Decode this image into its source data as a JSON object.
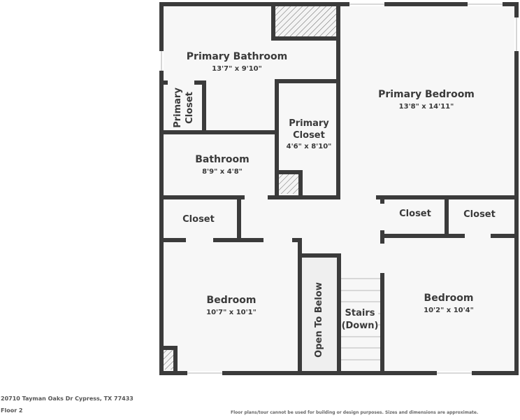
{
  "plan": {
    "rooms": [
      {
        "id": "primary-bathroom",
        "label": "Primary Bathroom",
        "dims": "13'7\" x 9'10\""
      },
      {
        "id": "primary-bedroom",
        "label": "Primary Bedroom",
        "dims": "13'8\" x 14'11\""
      },
      {
        "id": "primary-closet-small",
        "label_line1": "Primary",
        "label_line2": "Closet"
      },
      {
        "id": "primary-closet",
        "label_line1": "Primary",
        "label_line2": "Closet",
        "dims": "4'6\" x 8'10\""
      },
      {
        "id": "bathroom",
        "label": "Bathroom",
        "dims": "8'9\" x 4'8\""
      },
      {
        "id": "closet-left",
        "label": "Closet"
      },
      {
        "id": "closet-mid",
        "label": "Closet"
      },
      {
        "id": "closet-right",
        "label": "Closet"
      },
      {
        "id": "bedroom-left",
        "label": "Bedroom",
        "dims": "10'7\" x 10'1\""
      },
      {
        "id": "open-to-below",
        "label": "Open To Below"
      },
      {
        "id": "stairs",
        "label_line1": "Stairs",
        "label_line2": "(Down)"
      },
      {
        "id": "bedroom-right",
        "label": "Bedroom",
        "dims": "10'2\" x 10'4\""
      }
    ]
  },
  "footer": {
    "address": "20710 Tayman Oaks Dr Cypress, TX 77433",
    "floor": "Floor 2",
    "disclaimer": "Floor plans/tour cannot be used for building or design purposes. Sizes and dimensions are approximate."
  }
}
